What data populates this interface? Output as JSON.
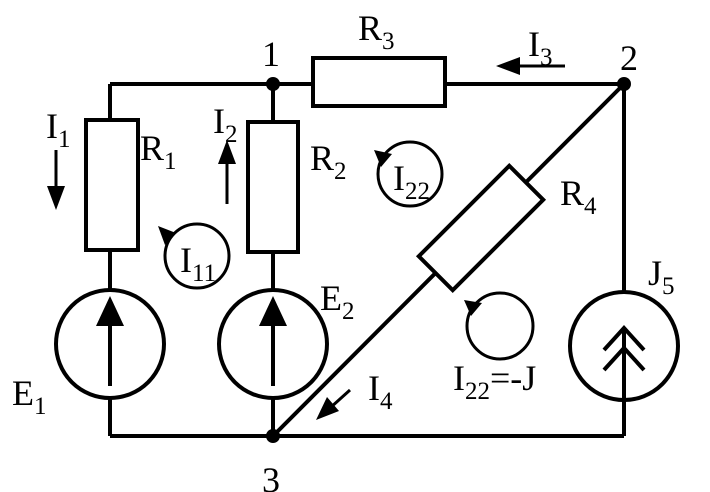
{
  "nodes": {
    "n1": "1",
    "n2": "2",
    "n3": "3"
  },
  "resistors": {
    "r1": {
      "main": "R",
      "sub": "1"
    },
    "r2": {
      "main": "R",
      "sub": "2"
    },
    "r3": {
      "main": "R",
      "sub": "3"
    },
    "r4": {
      "main": "R",
      "sub": "4"
    }
  },
  "sources": {
    "e1": {
      "main": "E",
      "sub": "1"
    },
    "e2": {
      "main": "E",
      "sub": "2"
    },
    "j5": {
      "main": "J",
      "sub": "5"
    }
  },
  "currents": {
    "i1": {
      "main": "I",
      "sub": "1"
    },
    "i2": {
      "main": "I",
      "sub": "2"
    },
    "i3": {
      "main": "I",
      "sub": "3"
    },
    "i4": {
      "main": "I",
      "sub": "4"
    }
  },
  "loops": {
    "i11": {
      "main": "I",
      "sub": "11"
    },
    "i22_top": {
      "main": "I",
      "sub": "22"
    },
    "i22_bottom": {
      "main": "I",
      "sub": "22",
      "suffix": "=-J"
    }
  }
}
